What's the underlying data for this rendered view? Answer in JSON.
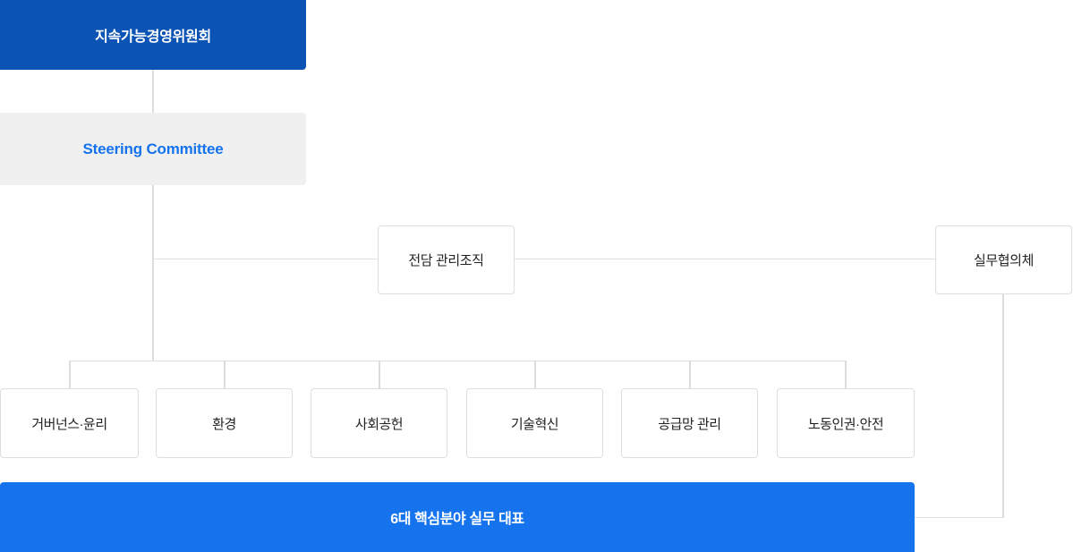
{
  "diagram": {
    "title_top": "지속가능경영위원회",
    "steering": "Steering Committee",
    "dedicated_org": "전담 관리조직",
    "working_council": "실무협의체",
    "bottom_bar": "6대 핵심분야 실무 대표",
    "fields": [
      {
        "label": "거버넌스·윤리"
      },
      {
        "label": "환경"
      },
      {
        "label": "사회공헌"
      },
      {
        "label": "기술혁신"
      },
      {
        "label": "공급망 관리"
      },
      {
        "label": "노동인권·안전"
      }
    ],
    "colors": {
      "top_box": "#0b54b5",
      "bottom_bar": "#1573ed",
      "steering_bg": "#f0f0f0",
      "steering_text": "#1573ed",
      "line": "#dcdcdc",
      "box_border": "#dedede",
      "box_text": "#222222"
    }
  }
}
